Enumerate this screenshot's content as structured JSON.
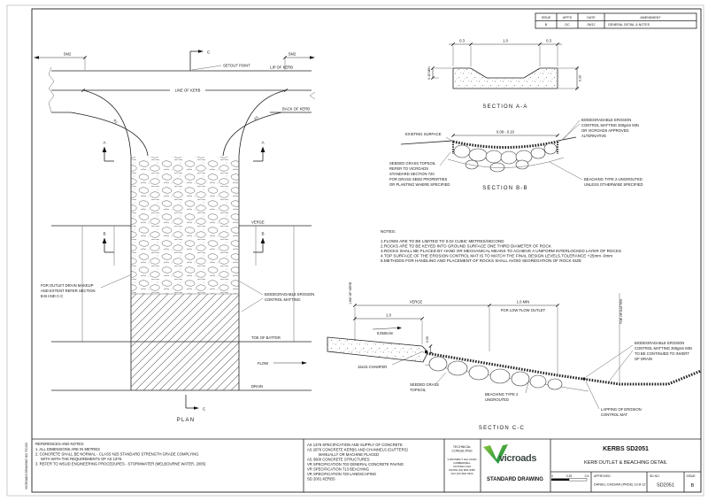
{
  "colors": {
    "brand_green_dark": "#00843d",
    "brand_green_light": "#8dc63f",
    "logo_text": "#3e4a44",
    "line_color": "#222222"
  },
  "sheet": {
    "side_label": "VICROADS DRAWING NO 720152"
  },
  "revision_table": {
    "headers": {
      "issue": "ISSUE",
      "appd": "APP'D",
      "date": "DATE",
      "amendment": "AMENDMENT"
    },
    "entry": {
      "issue": "B",
      "appd": "DC",
      "date": "08/12",
      "amendment": "GENERAL DETAIL & NOTES"
    }
  },
  "plan": {
    "title": "PLAN",
    "sm2_left": "SM2",
    "sm2_right": "SM2",
    "setout_point": "SETOUT POINT",
    "lip_of_kerb": "LIP OF KERB",
    "line_of_kerb": "LINE OF KERB",
    "back_of_kerb": "BACK OF KERB",
    "radius_left": "R1",
    "radius_right": "R1",
    "verge": "VERGE",
    "marker_a": "A",
    "marker_b": "B",
    "marker_c": "C",
    "outlet_note": [
      "FOR OUTLET DRAIN MAKEUP",
      "AND EXTENT REFER SECTION",
      "B-B AND C-C"
    ],
    "matting_note": [
      "BIODEGRADABLE EROSION",
      "CONTROL MATTING:"
    ],
    "toe_of_batter": "TOE OF BATTER",
    "flow": "FLOW",
    "drain": "DRAIN"
  },
  "section_aa": {
    "title": "SECTION  A-A",
    "dim_left": "0.3",
    "dim_mid": "1.0",
    "dim_right": "0.3",
    "dim_height_left": "0.15 MIN",
    "dim_height_right": "0.30"
  },
  "section_bb": {
    "title": "SECTION  B-B",
    "existing_surface": "EXISTING SURFACE",
    "depth_range": "0.08 - 0.10",
    "topsoil_note": [
      "SEEDED GRASS TOPSOIL",
      "REFER TO VICROADS",
      "STANDARD SECTION 720",
      "FOR GRASS SEED PROPERTIES",
      "OR PLANTING WHERE SPECIFIED"
    ],
    "matting_note": [
      "BIODEGRADABLE EROSION",
      "CONTROL MATTING 300gsm MIN",
      "OR VICROADS APPROVED",
      "ALTERNATIVE"
    ],
    "beaching_note": [
      "BEACHING TYPE 2-UNGROUTED",
      "UNLESS OTHERWISE SPECIFIED"
    ]
  },
  "notes": {
    "title": "NOTES:",
    "items": [
      "1.FLOWS ARE TO BE LIMITED TO 0.02 CUBIC METRES/SECOND",
      "2.ROCKS ARE TO BE KEYED INTO GROUND SURFACE ONE THIRD DIAMETER OF ROCK",
      "3.ROCKS SHALL BE PLACED BY HAND OR MECHANICAL MEANS TO ACHIEVE A UNIFORM INTERLOCKED LAYER OF ROCKS",
      "4.TOP SURFACE OF THE EROSION CONTROL MAT IS TO MATCH THE FINAL DESIGN LEVELS.TOLERANCE +25mm -0mm",
      "5.METHODS FOR HANDLING AND PLACEMENT OF ROCKS SHALL AVOID SEGREGATION OF ROCK SIZE"
    ]
  },
  "section_cc": {
    "title": "SECTION  C-C",
    "line_of_kerb": "LINE OF KERB",
    "verge": "VERGE",
    "dim_one": "1.0",
    "dim_one_min": "1.0 MIN",
    "low_flow": "FOR LOW FLOW OUTLET",
    "slope": "0.050m/m",
    "dim_step": "0.05",
    "chamfer": "15x15 CHAMFER",
    "toe_of_batter": "TOE OF BATTER",
    "seeded_grass": [
      "SEEDED GRASS",
      "TOPSOIL"
    ],
    "beaching": [
      "BEACHING TYPE 2",
      "UNGROUTED"
    ],
    "matting_note": [
      "BIODEGRADABLE EROSION",
      "CONTROL MATTING 300gsm MIN",
      "TO BE CONTINUED TO INVERT",
      "OF DRAIN"
    ],
    "lapping": [
      "LAPPING OF EROSION",
      "CONTROL MAT"
    ]
  },
  "footer": {
    "references": {
      "title": "REFERENCES AND NOTES:",
      "lines": [
        "1. ALL DIMENSIONS ARE IN METRES",
        "2. CONCRETE SHALL BE NORMAL - CLASS N25 STANDARD STRENGTH GRADE COMPLYING",
        "WITH WITH THE REQUIREMENTS OF AS 1379.",
        "3. REFER TO WSUD ENGINEERING PROCEDURES - STORMWATER (MELBOURNE WATER, 2005)"
      ]
    },
    "specs": {
      "lines": [
        "AS 1379 SPECIFICATION AND SUPPLY OF CONCRETE",
        "AS 2876 CONCRETE KERBS AND CHANNELS (GUTTERS)",
        "MANUALLY OR MACHINE PLACED",
        "AS 3600 CONCRETE STRUCTURES",
        "VR SPECIFICATION 703 GENERAL CONCRETE PAVING",
        "VR SPECIFICATION 713 BEACHING",
        "VR SPECIFICATION 720 LANDSCAPING",
        "SD 2001 KERBS"
      ]
    },
    "title_block": {
      "consultant": [
        "TECHNICAL",
        "CONSULTING"
      ],
      "address": [
        "3 PROSPECT HILL ROAD",
        "CAMBERWELL",
        "VICTORIA 3124",
        "PHONE (03) 9811 8355",
        "FAX (03) 9811 8329"
      ],
      "brand": "vicroads",
      "standard_drawing": "STANDARD DRAWING",
      "drawing_series": "KERBS  SD2051",
      "drawing_title": "KERB OUTLET & BEACHING DETAIL",
      "scale": {
        "zero": "0",
        "quarter": "0.25",
        "half": "0.5"
      },
      "approved_label": "APPROVED",
      "approved_by": "DANIEL CASSAR (PRDE) 13-8-12",
      "sd_no_label": "SD NO.",
      "sd_no": "SD2051",
      "issue_label": "ISSUE",
      "issue": "B"
    }
  }
}
